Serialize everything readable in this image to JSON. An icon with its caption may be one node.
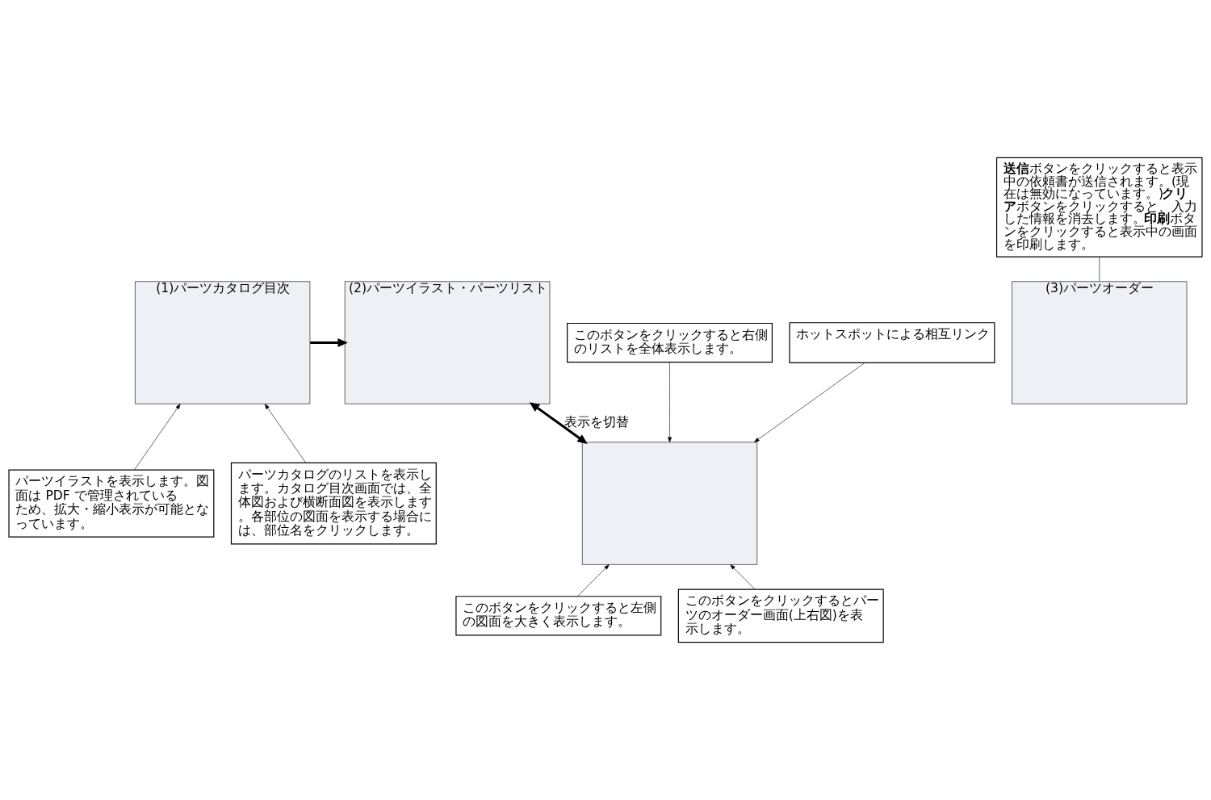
{
  "diagram": {
    "nodes": [
      {
        "text": [
          "(1)パーツカタログ目次"
        ]
      },
      {
        "text": [
          "(2)パーツイラスト・パーツリスト"
        ]
      },
      {
        "text": [
          "(3)パーツオーダー"
        ]
      },
      {
        "text": [],
        "shape": "box"
      },
      {
        "text": [
          "パーツイラストを表示します。図面は PDF で管理されているため、拡大・縮小表示が可能となっています。"
        ]
      },
      {
        "text": [
          "パーツカタログのリストを表示します。カタログ目次画面では、全体図および横断面図を表示します。各部位の図面を表示する場合には、部位名をクリックします。"
        ]
      },
      {
        "text": [
          "**送信**ボタンをクリックすると表示中の依頼書が送信されます。(現在は無効になっています。)**クリア**ボタンをクリックすると、入力した情報を消去します。**印刷**ボタンをクリックすると表示中の画面を印刷します。"
        ]
      },
      {
        "text": [
          "このボタンをクリックすると右側のリストを全体表示します。"
        ]
      },
      {
        "text": [
          "ホットスポットによる相互リンク"
        ]
      },
      {
        "text": [
          "このボタンをクリックすると左側の図面を大きく表示します。"
        ]
      },
      {
        "text": [
          "このボタンをクリックするとパーツのオーダー画面(上右図)を表示します。"
        ]
      }
    ],
    "edges": [
      {
        "from": 0,
        "to": 1,
        "arrow": "to",
        "style": "thick"
      },
      {
        "from": 1,
        "to": 3,
        "arrow": "both",
        "style": "thick",
        "label": "表示を切替"
      },
      {
        "from": 4,
        "to": 0,
        "arrow": "to"
      },
      {
        "from": 5,
        "to": 0,
        "arrow": "to"
      },
      {
        "from": 6,
        "to": 2,
        "arrow": "none"
      },
      {
        "from": 7,
        "to": 3,
        "arrow": "to"
      },
      {
        "from": 8,
        "to": 3,
        "arrow": "to"
      },
      {
        "from": 9,
        "to": 3,
        "arrow": "to"
      },
      {
        "from": 10,
        "to": 3,
        "arrow": "to"
      }
    ]
  }
}
